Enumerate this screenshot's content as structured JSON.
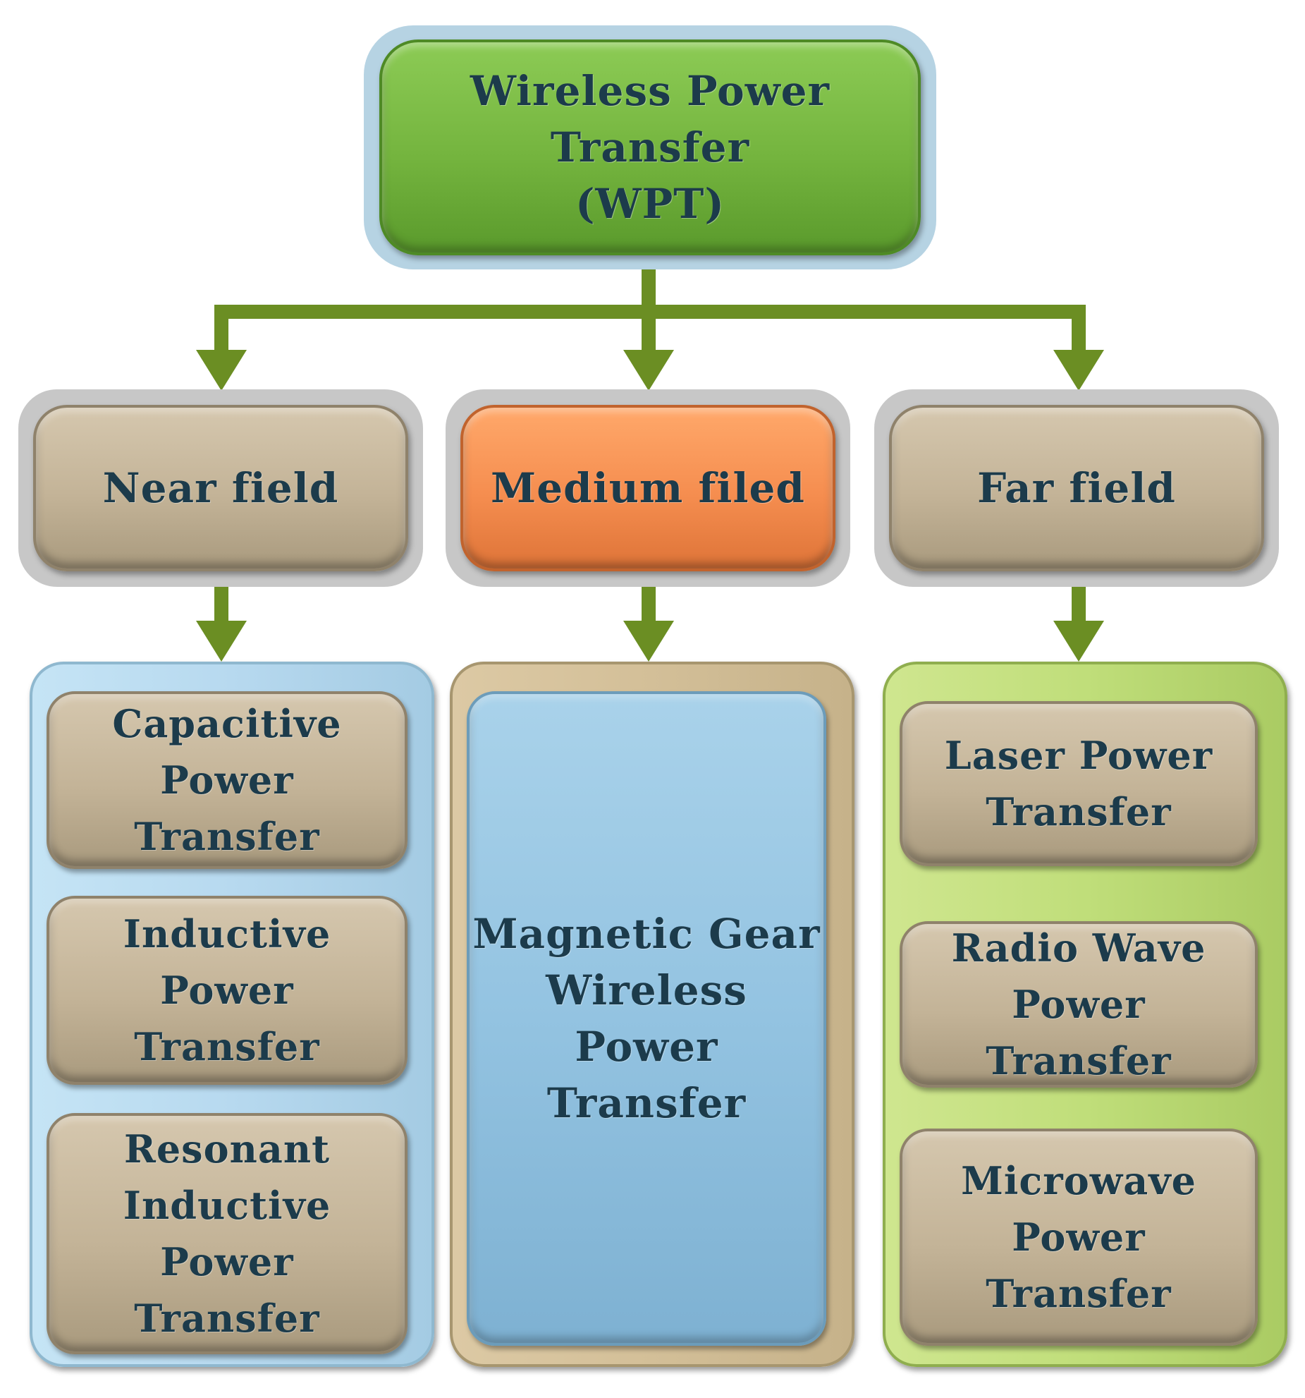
{
  "colors": {
    "connector": "#6b8e23",
    "root_fill": "#74b43e",
    "root_frame": "#b6d3e3",
    "tan_fill": "#c3b397",
    "orange_fill": "#f58d4f",
    "near_container": "#b7d9ef",
    "medium_container": "#d3bf98",
    "far_container": "#c0de7a",
    "magnetic_fill": "#93c3e1",
    "text": "#1c3b4b"
  },
  "root": {
    "label": "Wireless Power\nTransfer\n(WPT)"
  },
  "categories": [
    {
      "label": "Near field",
      "items": [
        "Capacitive\nPower\nTransfer",
        "Inductive\nPower\nTransfer",
        "Resonant\nInductive\nPower\nTransfer"
      ]
    },
    {
      "label": "Medium filed",
      "items": [
        "Magnetic Gear\nWireless Power\nTransfer"
      ]
    },
    {
      "label": "Far field",
      "items": [
        "Laser Power\nTransfer",
        "Radio Wave\nPower\nTransfer",
        "Microwave\nPower\nTransfer"
      ]
    }
  ]
}
